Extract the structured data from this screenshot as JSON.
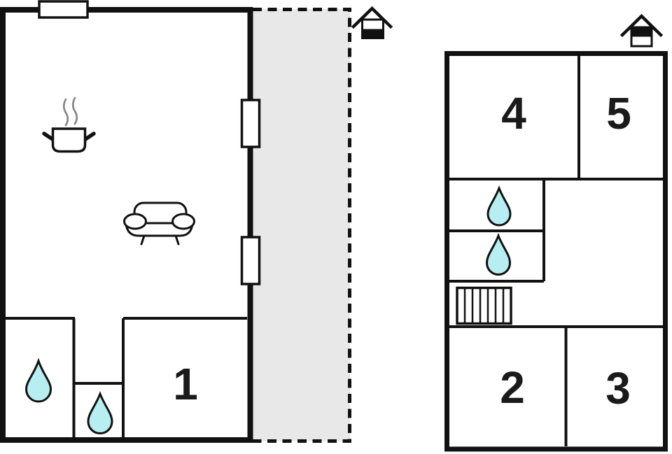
{
  "ground_floor": {
    "room1_label": "1",
    "icons": [
      "window-icon",
      "window-icon",
      "window-icon",
      "cooking-pot-icon",
      "sofa-icon",
      "water-drop-icon",
      "water-drop-icon",
      "house-ground-floor-icon"
    ],
    "areas": [
      "living-kitchen-area",
      "bathroom-area",
      "hallway-area",
      "room-1",
      "terrace-area"
    ]
  },
  "upper_floor": {
    "room2_label": "2",
    "room3_label": "3",
    "room4_label": "4",
    "room5_label": "5",
    "icons": [
      "water-drop-icon",
      "water-drop-icon",
      "stairs-icon",
      "house-upper-floor-icon"
    ],
    "areas": [
      "room-4",
      "room-5",
      "bathroom-area",
      "bathroom-area",
      "landing-area",
      "room-2",
      "room-3"
    ]
  },
  "colors": {
    "wall": "#111111",
    "water_drop_fill": "#b6eef2",
    "terrace_fill": "#e8e8e8",
    "steam": "#8a8a8a",
    "label_text": "#1a1a1a",
    "background": "#ffffff"
  }
}
